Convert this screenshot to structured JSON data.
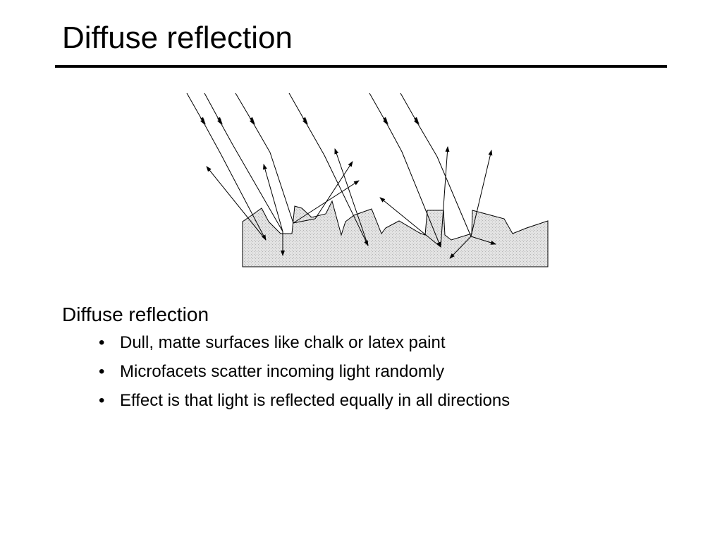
{
  "slide": {
    "title": "Diffuse reflection"
  },
  "body": {
    "heading": "Diffuse reflection",
    "bullets": [
      "Dull, matte surfaces like chalk or latex paint",
      "Microfacets scatter incoming light randomly",
      "Effect is that light is reflected equally in all directions"
    ]
  },
  "colors": {
    "surface_fill": "#d9d9d9",
    "ink": "#000000"
  }
}
